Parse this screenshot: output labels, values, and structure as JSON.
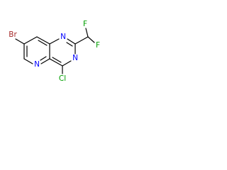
{
  "molecule": {
    "atoms": {
      "br": {
        "text": "Br",
        "color": "#a52a2a"
      },
      "n_pyridine": {
        "text": "N",
        "color": "#0000ff"
      },
      "n1": {
        "text": "N",
        "color": "#0000ff"
      },
      "n3": {
        "text": "N",
        "color": "#0000ff"
      },
      "cl": {
        "text": "Cl",
        "color": "#00a000"
      },
      "f_top": {
        "text": "F",
        "color": "#00a000"
      },
      "f_right": {
        "text": "F",
        "color": "#00a000"
      }
    }
  }
}
